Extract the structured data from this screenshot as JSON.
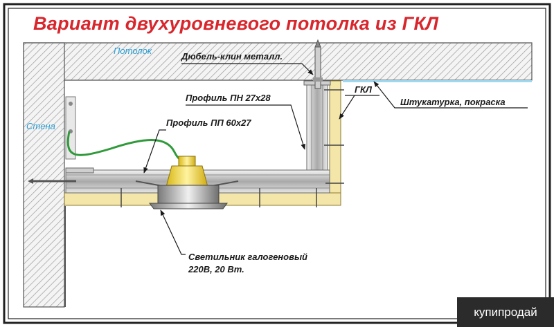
{
  "title": "Вариант    двухуровневого потолка из ГКЛ",
  "labels": {
    "ceiling": "Потолок",
    "wall": "Стена",
    "anchor": "Дюбель-клин металл.",
    "profile_pn": "Профиль ПН 27х28",
    "profile_pp": "Профиль ПП 60х27",
    "gkl": "ГКЛ",
    "plaster": "Штукатурка, покраска",
    "lamp_line1": "Светильник галогеновый",
    "lamp_line2": "220В, 20 Вт."
  },
  "watermark": "купипродай",
  "colors": {
    "title": "#d8262c",
    "label_blue": "#2a9fd6",
    "gkl_fill": "#f3e6a8",
    "plaster_line": "#9fd8f0",
    "wire": "#2f9a3a",
    "lamp": "#f2d52a"
  },
  "icons": [
    "border-frame",
    "hatch-pattern",
    "anchor-icon",
    "lamp-icon"
  ]
}
